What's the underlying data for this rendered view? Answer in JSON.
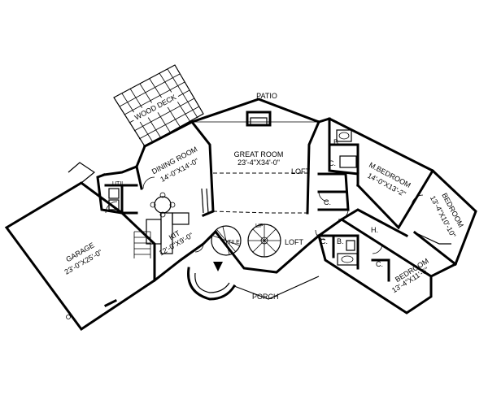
{
  "rooms": {
    "patio": {
      "name": "PATIO"
    },
    "wood_deck": {
      "name": "WOOD DECK"
    },
    "dining_room": {
      "name": "DINING ROOM",
      "size": "14'-0\"X14'-0\""
    },
    "great_room": {
      "name": "GREAT ROOM",
      "size": "23'-4\"X34'-0\""
    },
    "loft_upper": {
      "name": "LOFT"
    },
    "loft_lower": {
      "name": "LOFT"
    },
    "master_bedroom": {
      "name": "M.BEDROOM",
      "size": "14'-0\"X13'-2\""
    },
    "bedroom_right": {
      "name": "BEDROOM",
      "size": "13'-4\"X10'-10\""
    },
    "bedroom_lower": {
      "name": "BEDROOM",
      "size": "13'-4\"X11'-6\""
    },
    "garage": {
      "name": "GARAGE",
      "size": "23'-0\"X25'-0\""
    },
    "kitchen": {
      "name": "KIT",
      "size": "12'-0\"X9'-0\""
    },
    "utility": {
      "name": "UTIL"
    },
    "tile": {
      "name": "TILE"
    },
    "porch": {
      "name": "PORCH"
    },
    "bath_top": {
      "name": "B."
    },
    "bath_lower": {
      "name": "B."
    },
    "closet_1": {
      "name": "C."
    },
    "closet_2": {
      "name": "C."
    },
    "closet_3": {
      "name": "C."
    },
    "closet_4": {
      "name": "C."
    },
    "hall": {
      "name": "H."
    },
    "stair_up": {
      "name": "UP"
    }
  }
}
